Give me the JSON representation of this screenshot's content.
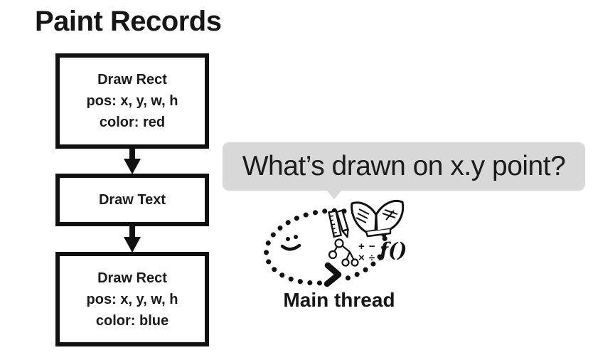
{
  "title": "Paint Records",
  "flowchart": {
    "boxes": [
      {
        "lines": [
          "Draw Rect",
          "pos: x, y, w, h",
          "color: red"
        ]
      },
      {
        "lines": [
          "Draw Text"
        ]
      },
      {
        "lines": [
          "Draw Rect",
          "pos: x, y, w, h",
          "color: blue"
        ]
      }
    ]
  },
  "speech_bubble": {
    "text": "What’s drawn on x.y point?"
  },
  "doodle": {
    "label": "Main thread",
    "math_top": "+ −",
    "math_bottom": "× ÷",
    "function_text": "f()"
  },
  "colors": {
    "background": "#ffffff",
    "ink": "#161616",
    "box_border": "#111111",
    "bubble_bg": "#d8d8d8"
  }
}
